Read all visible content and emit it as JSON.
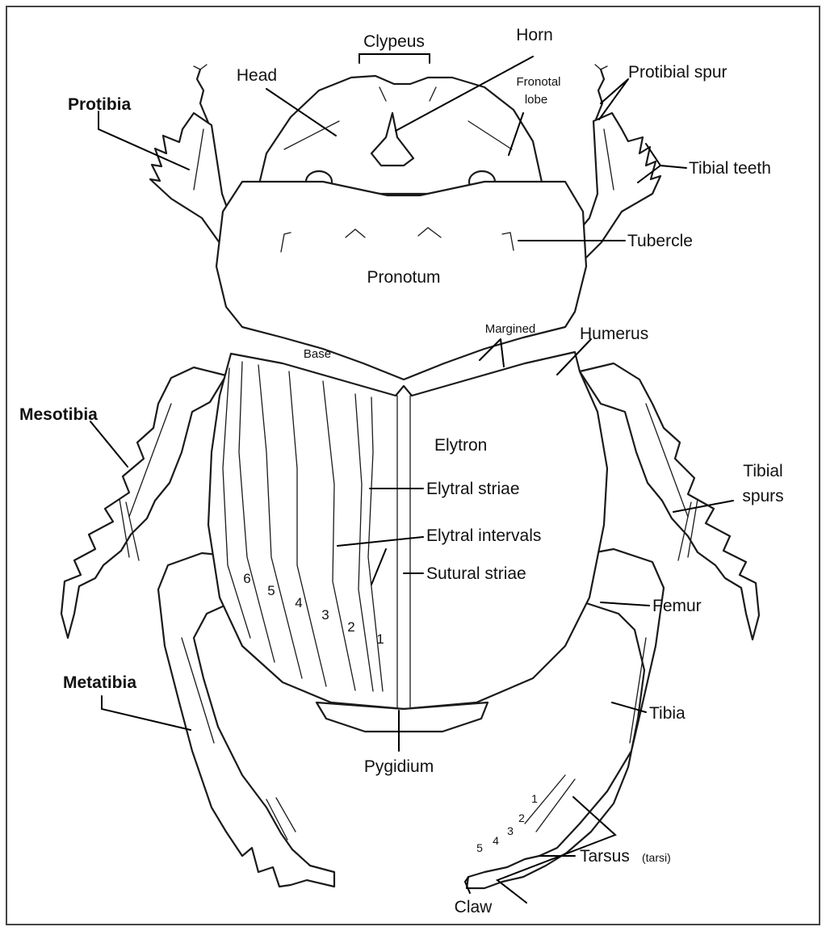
{
  "diagram": {
    "labels": {
      "clypeus": "Clypeus",
      "horn": "Horn",
      "head": "Head",
      "fronotal_lobe_1": "Fronotal",
      "fronotal_lobe_2": "lobe",
      "protibial_spur": "Protibial spur",
      "protibia": "Protibia",
      "tibial_teeth": "Tibial teeth",
      "tubercle": "Tubercle",
      "pronotum": "Pronotum",
      "margined": "Margined",
      "base": "Base",
      "humerus": "Humerus",
      "mesotibia": "Mesotibia",
      "elytron": "Elytron",
      "elytral_striae": "Elytral striae",
      "elytral_intervals": "Elytral intervals",
      "sutural_striae": "Sutural striae",
      "tibial_spurs_1": "Tibial",
      "tibial_spurs_2": "spurs",
      "femur": "Femur",
      "metatibia": "Metatibia",
      "tibia": "Tibia",
      "pygidium": "Pygidium",
      "tarsus": "Tarsus",
      "tarsi": "(tarsi)",
      "claw": "Claw"
    },
    "interval_numbers": [
      "6",
      "5",
      "4",
      "3",
      "2",
      "1"
    ],
    "tarsal_numbers": [
      "5",
      "4",
      "3",
      "2",
      "1"
    ]
  }
}
